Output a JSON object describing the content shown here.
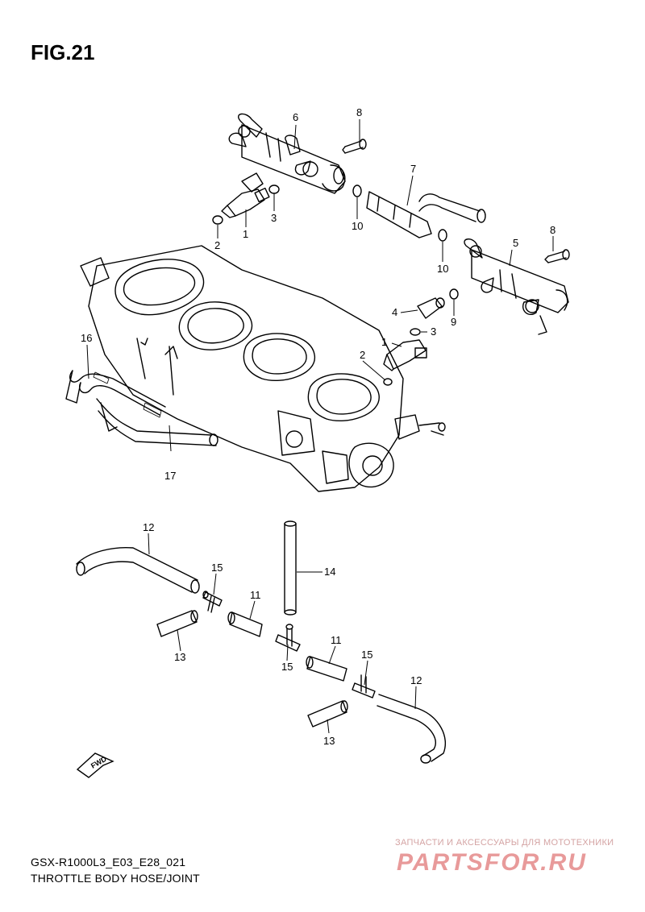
{
  "figure": {
    "title": "FIG.21",
    "code": "GSX-R1000L3_E03_E28_021",
    "name": "THROTTLE BODY HOSE/JOINT"
  },
  "fwd_label": "FWD",
  "watermark": {
    "tagline": "ЗАПЧАСТИ И АКСЕССУАРЫ ДЛЯ МОТОТЕХНИКИ",
    "logo": "PARTSFOR.RU"
  },
  "callouts": [
    "6",
    "8",
    "7",
    "3",
    "10",
    "1",
    "2",
    "10",
    "5",
    "8",
    "4",
    "9",
    "3",
    "1",
    "2",
    "16",
    "17",
    "12",
    "14",
    "15",
    "11",
    "13",
    "15",
    "11",
    "15",
    "12",
    "13"
  ]
}
